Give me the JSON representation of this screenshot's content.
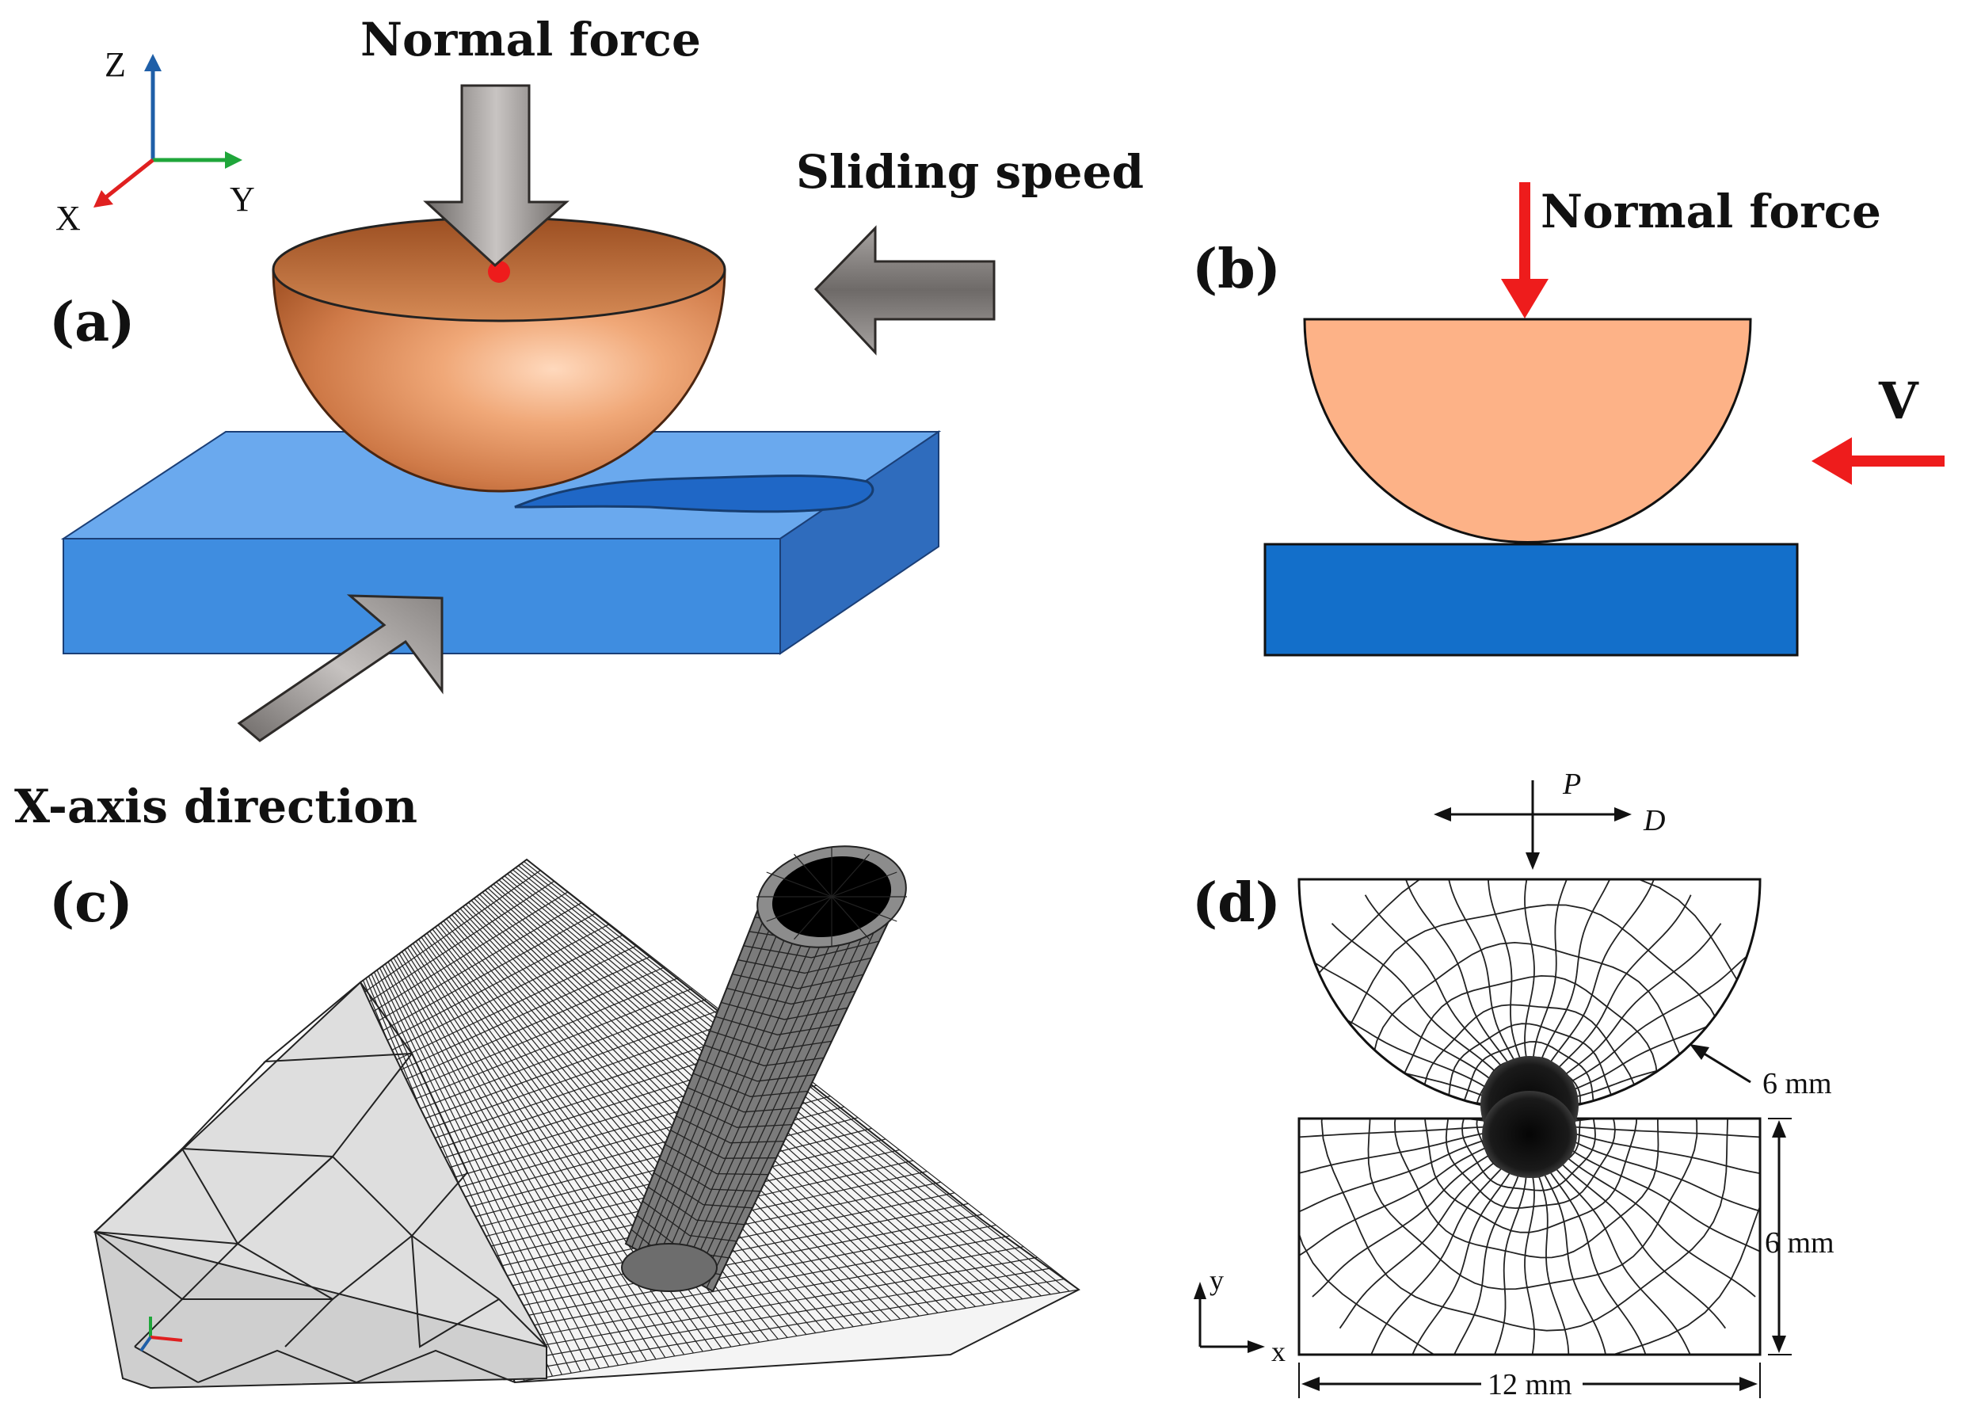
{
  "panel_a": {
    "label": "(a)",
    "normal_force": "Normal force",
    "sliding_speed": "Sliding speed",
    "x_axis_direction": "X-axis direction",
    "axis_z": "Z",
    "axis_y": "Y",
    "axis_x": "X"
  },
  "panel_b": {
    "label": "(b)",
    "normal_force": "Normal force",
    "velocity": "V"
  },
  "panel_c": {
    "label": "(c)"
  },
  "panel_d": {
    "label": "(d)",
    "load_p": "P",
    "disp_d": "D",
    "radius_label": "6 mm",
    "thickness_label": "6 mm",
    "width_label": "12 mm",
    "axis_y": "y",
    "axis_x": "x"
  },
  "colors": {
    "copper": "#e8a070",
    "copper_top": "#b5602e",
    "substrate_blue": "#3f8de0",
    "substrate_top": "#6aa9ee",
    "substrate_side": "#2f6cbd",
    "wear_track": "#1f67c6",
    "arrow_gray": "#8e8a88",
    "force_red": "#ee1c1c",
    "peach": "#fdb287",
    "dark_blue": "#136fca",
    "axis_z": "#1f5fa8",
    "axis_y": "#1fa63a",
    "axis_x": "#e02020"
  }
}
